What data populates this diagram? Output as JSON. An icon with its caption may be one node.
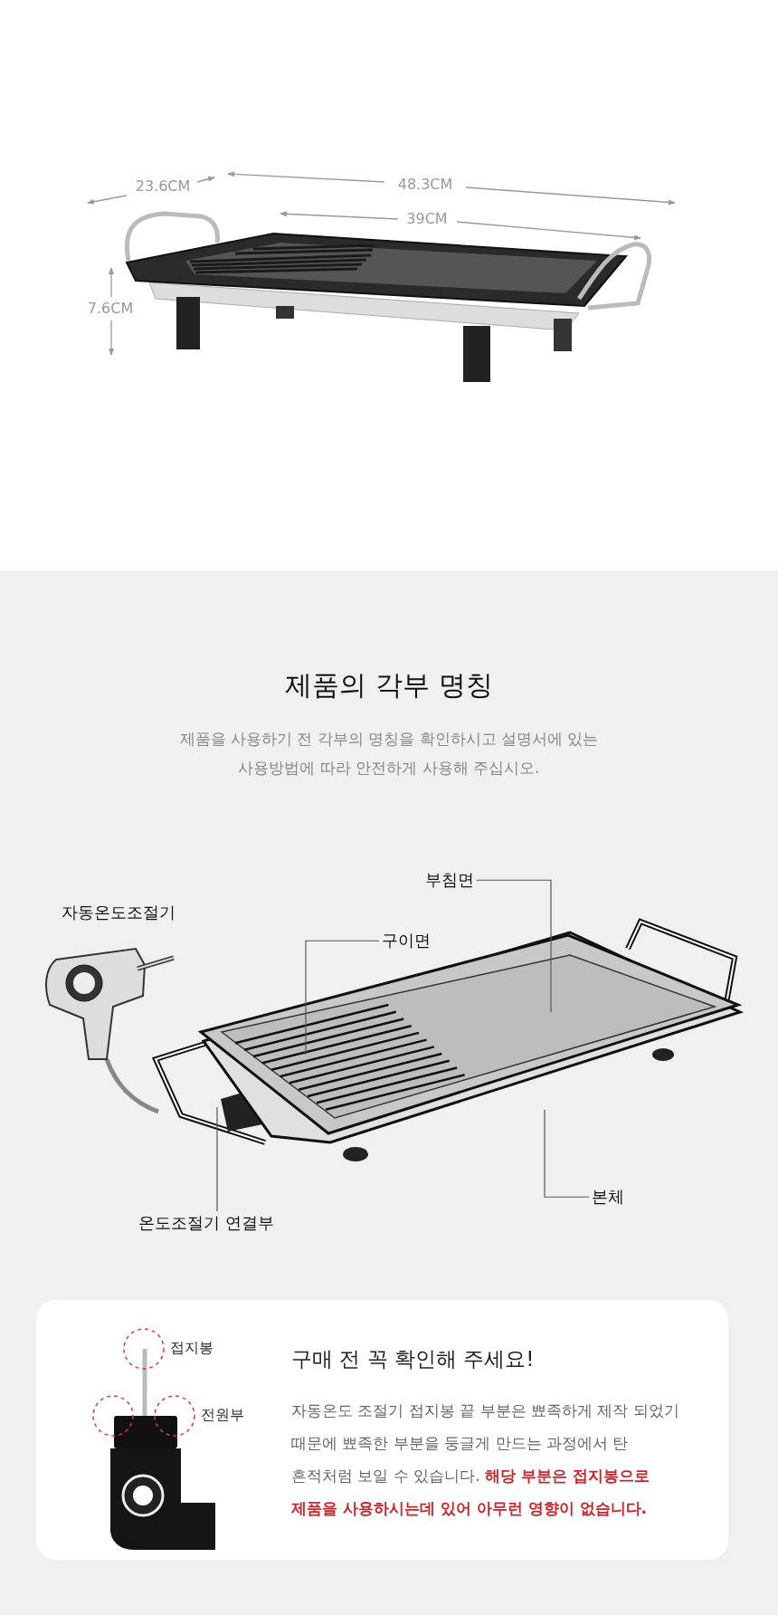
{
  "diagram": {
    "title": "제품의 각부 명칭",
    "nodes": [
      {
        "text": [
          "부침면"
        ]
      },
      {
        "text": [
          "구이면"
        ]
      },
      {
        "text": [
          "본체"
        ]
      },
      {
        "text": [
          "온도조절기 연결부"
        ]
      }
    ],
    "edges": [
      {
        "from": 0,
        "to": null,
        "arrow": "none"
      },
      {
        "from": 1,
        "to": null,
        "arrow": "none"
      },
      {
        "from": 2,
        "to": null,
        "arrow": "none"
      },
      {
        "from": 3,
        "to": null,
        "arrow": "none"
      }
    ],
    "labels": [
      "23.6CM",
      "48.3CM",
      "39CM",
      "7.6CM",
      "제품을 사용하기 전 각부의 명칭을 확인하시고 설명서에 있는 사용방법에 따라 안전하게 사용해 주십시오.",
      "자동온도조절기",
      "접지봉",
      "전원부",
      "구매 전 꼭 확인해 주세요!",
      "자동온도 조절기 접지봉 끝 부분은 뾰족하게 제작 되었기 때문에 뾰족한 부분을 둥글게 만드는 과정에서 탄 흔적처럼 보일 수 있습니다.",
      "해당 부분은 접지봉으로 제품을 사용하시는데 있어 아무런 영향이 없습니다."
    ]
  }
}
